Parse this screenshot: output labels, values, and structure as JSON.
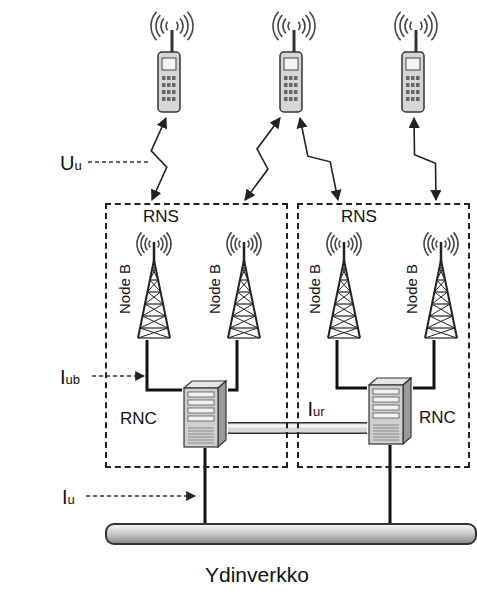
{
  "diagram": {
    "nodes": [
      {
        "text": [
          "RNS"
        ]
      },
      {
        "text": [
          "Node B"
        ],
        "in": 0
      },
      {
        "text": [
          "Node B"
        ],
        "in": 0
      },
      {
        "text": [
          "RNC"
        ],
        "in": 0
      },
      {
        "text": [
          "RNS"
        ]
      },
      {
        "text": [
          "Node B"
        ],
        "in": 4
      },
      {
        "text": [
          "Node B"
        ],
        "in": 4
      },
      {
        "text": [
          "RNC"
        ],
        "in": 4
      },
      {
        "text": [
          "Ydinverkko"
        ]
      }
    ],
    "edges": [
      {
        "from": 1,
        "to": 3,
        "arrow": "none"
      },
      {
        "from": 2,
        "to": 3,
        "arrow": "none"
      },
      {
        "from": 5,
        "to": 7,
        "arrow": "none"
      },
      {
        "from": 6,
        "to": 7,
        "arrow": "none"
      },
      {
        "from": 3,
        "to": 7,
        "label": "Iur",
        "arrow": "none"
      },
      {
        "from": 3,
        "to": 8,
        "arrow": "none"
      },
      {
        "from": 7,
        "to": 8,
        "arrow": "none"
      }
    ],
    "labels": [
      "Uu",
      "Iub",
      "Iu"
    ]
  }
}
